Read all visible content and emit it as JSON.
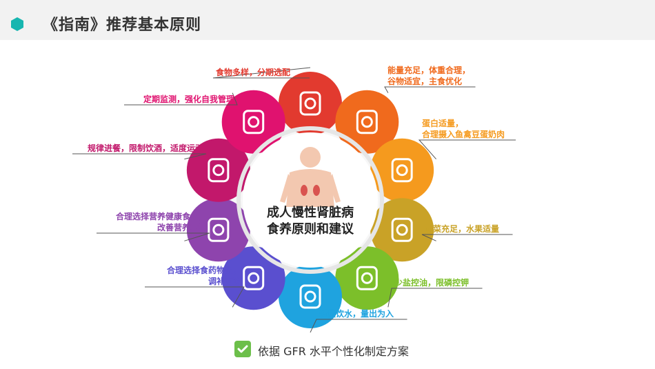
{
  "header": {
    "title": "《指南》推荐基本原则",
    "accent_color": "#17b6b0"
  },
  "diagram": {
    "center": [
      "成人慢性肾脏病",
      "食养原则和建议"
    ],
    "principles": [
      {
        "text": [
          "食物多样，分期选配"
        ],
        "color": "#e23a2f",
        "icon": "food-variety-icon"
      },
      {
        "text": [
          "能量充足，体重合理，",
          "谷物适宜，主食优化"
        ],
        "color": "#f06a1d",
        "icon": "grains-icon"
      },
      {
        "text": [
          "蛋白适量，",
          "合理摄入鱼禽豆蛋奶肉"
        ],
        "color": "#f59a1e",
        "icon": "protein-icon"
      },
      {
        "text": [
          "蔬菜充足，水果适量"
        ],
        "color": "#c9a227",
        "icon": "vegetables-icon"
      },
      {
        "text": [
          "少盐控油，限磷控钾"
        ],
        "color": "#7cbf2a",
        "icon": "salt-oil-icon"
      },
      {
        "text": [
          "适量饮水，量出为入"
        ],
        "color": "#1fa3df",
        "icon": "water-icon"
      },
      {
        "text": [
          "合理选择食药物质，",
          "调补有道"
        ],
        "color": "#5a4fcf",
        "icon": "herbal-icon"
      },
      {
        "text": [
          "合理选择营养健康食品，",
          "改善营养状况"
        ],
        "color": "#8e44ad",
        "icon": "supplement-icon"
      },
      {
        "text": [
          "规律进餐，限制饮酒，适度运动"
        ],
        "color": "#c2186b",
        "icon": "exercise-icon"
      },
      {
        "text": [
          "定期监测，强化自我管理"
        ],
        "color": "#e0126f",
        "icon": "monitoring-icon"
      }
    ]
  },
  "footer": {
    "text": "依据 GFR 水平个性化制定方案",
    "icon": "checkmark-icon",
    "color": "#6cbf4a"
  }
}
